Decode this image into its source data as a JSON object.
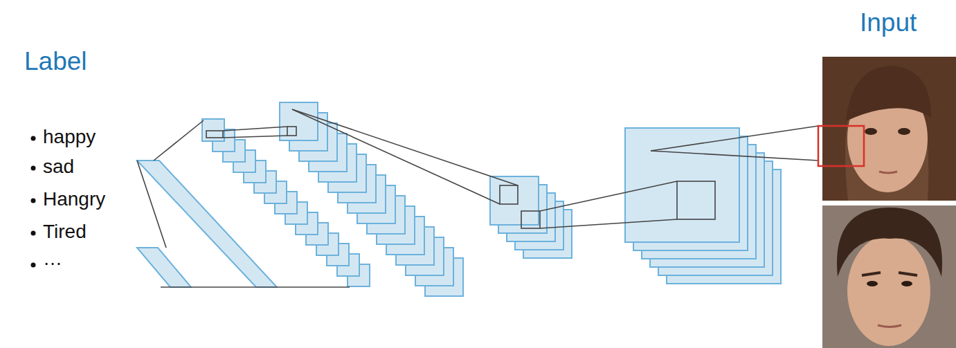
{
  "diagram": {
    "labels": [
      "Label",
      "happy",
      "sad",
      "Hangry",
      "Tired",
      "…",
      "Input"
    ]
  }
}
